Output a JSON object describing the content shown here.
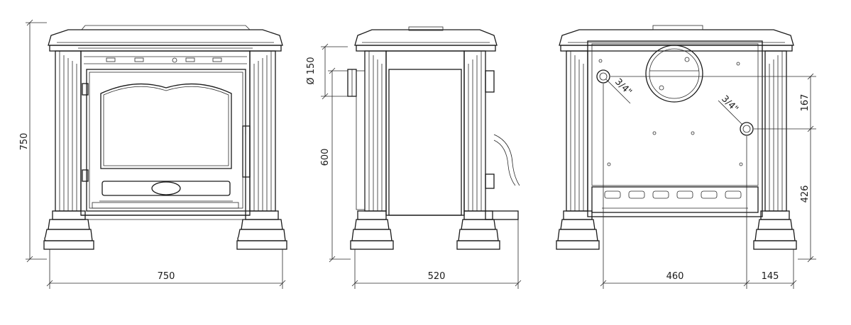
{
  "views": {
    "front": {
      "width_label": "750",
      "height_label": "750"
    },
    "side": {
      "depth_label": "520",
      "flue_height_label": "600",
      "flue_diameter_label": "Ø 150"
    },
    "rear": {
      "pipe_left_label": "3/4\"",
      "pipe_right_label": "3/4\"",
      "pipe_spacing_label": "460",
      "side_offset_label": "145",
      "upper_pipe_height_label": "167",
      "lower_pipe_height_label": "426"
    }
  },
  "colors": {
    "line": "#1a1a1a",
    "background": "#ffffff"
  }
}
